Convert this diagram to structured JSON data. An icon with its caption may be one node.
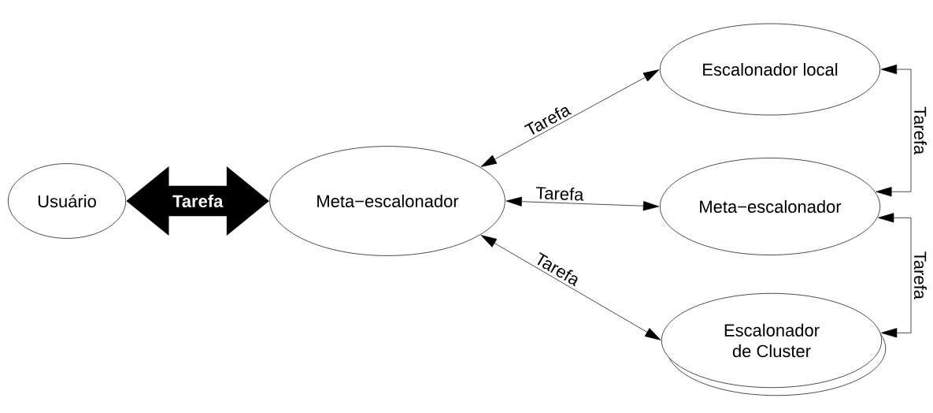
{
  "diagram": {
    "nodes": [
      {
        "text": [
          "Usuário"
        ]
      },
      {
        "text": [
          "Meta−escalonador"
        ]
      },
      {
        "text": [
          "Escalonador local"
        ]
      },
      {
        "text": [
          "Meta−escalonador"
        ]
      },
      {
        "text": [
          "Escalonador de Cluster"
        ]
      }
    ],
    "edges": [
      {
        "from": 0,
        "to": 1,
        "arrow": "both",
        "label": "Tarefa",
        "style": "thick"
      },
      {
        "from": 1,
        "to": 2,
        "arrow": "both",
        "label": "Tarefa"
      },
      {
        "from": 1,
        "to": 3,
        "arrow": "both",
        "label": "Tarefa"
      },
      {
        "from": 1,
        "to": 4,
        "arrow": "both",
        "label": "Tarefa"
      },
      {
        "from": 2,
        "to": 3,
        "arrow": "both",
        "label": "Tarefa"
      },
      {
        "from": 3,
        "to": 4,
        "arrow": "both",
        "label": "Tarefa"
      }
    ]
  }
}
